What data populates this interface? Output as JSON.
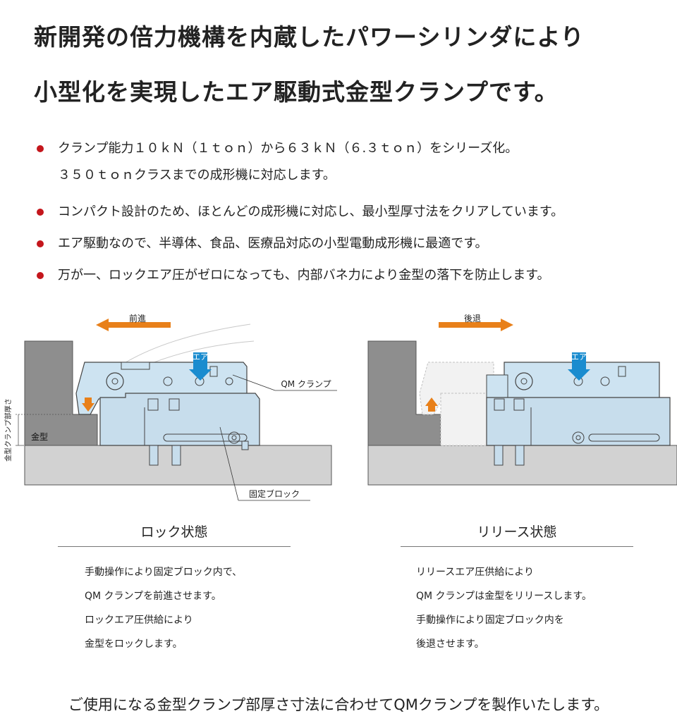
{
  "headline": {
    "line1": "新開発の倍力機構を内蔵したパワーシリンダにより",
    "line2": "小型化を実現したエア駆動式金型クランプです。"
  },
  "bullets": [
    {
      "text": "クランプ能力１０ｋＮ（１ｔｏｎ）から６３ｋＮ（６.３ｔｏｎ）をシリーズ化。",
      "cont": "３５０ｔｏｎクラスまでの成形機に対応します。"
    },
    {
      "text": "コンパクト設計のため、ほとんどの成形機に対応し、最小型厚寸法をクリアしています。"
    },
    {
      "text": "エア駆動なので、半導体、食品、医療品対応の小型電動成形機に最適です。"
    },
    {
      "text": "万が一、ロックエア圧がゼロになっても、内部バネ力により金型の落下を防止します。"
    }
  ],
  "diagram_lock": {
    "arrow_label": "前進",
    "air_label": "エア",
    "clamp_label": "QM クランプ",
    "block_label": "固定ブロック",
    "mold_label": "金型",
    "thickness_label": "金型クランプ部厚さ"
  },
  "diagram_release": {
    "arrow_label": "後退",
    "air_label": "エア"
  },
  "lock_state": {
    "title": "ロック状態",
    "lines": [
      "手動操作により固定ブロック内で、",
      "QM クランプを前進させます。",
      "ロックエア圧供給により",
      "金型をロックします。"
    ]
  },
  "release_state": {
    "title": "リリース状態",
    "lines": [
      "リリースエア圧供給により",
      "QM クランプは金型をリリースします。",
      "手動操作により固定ブロック内を",
      "後退させます。"
    ]
  },
  "footer": "ご使用になる金型クランプ部厚さ寸法に合わせてQMクランプを製作いたします。",
  "colors": {
    "bullet": "#c4161c",
    "orange_arrow": "#e8801a",
    "air_arrow": "#1a8ccf",
    "clamp_fill": "#cde3f1",
    "block_fill": "#c7ddec",
    "mold_fill": "#8e8e8e",
    "plate_fill": "#d2d2d2"
  }
}
